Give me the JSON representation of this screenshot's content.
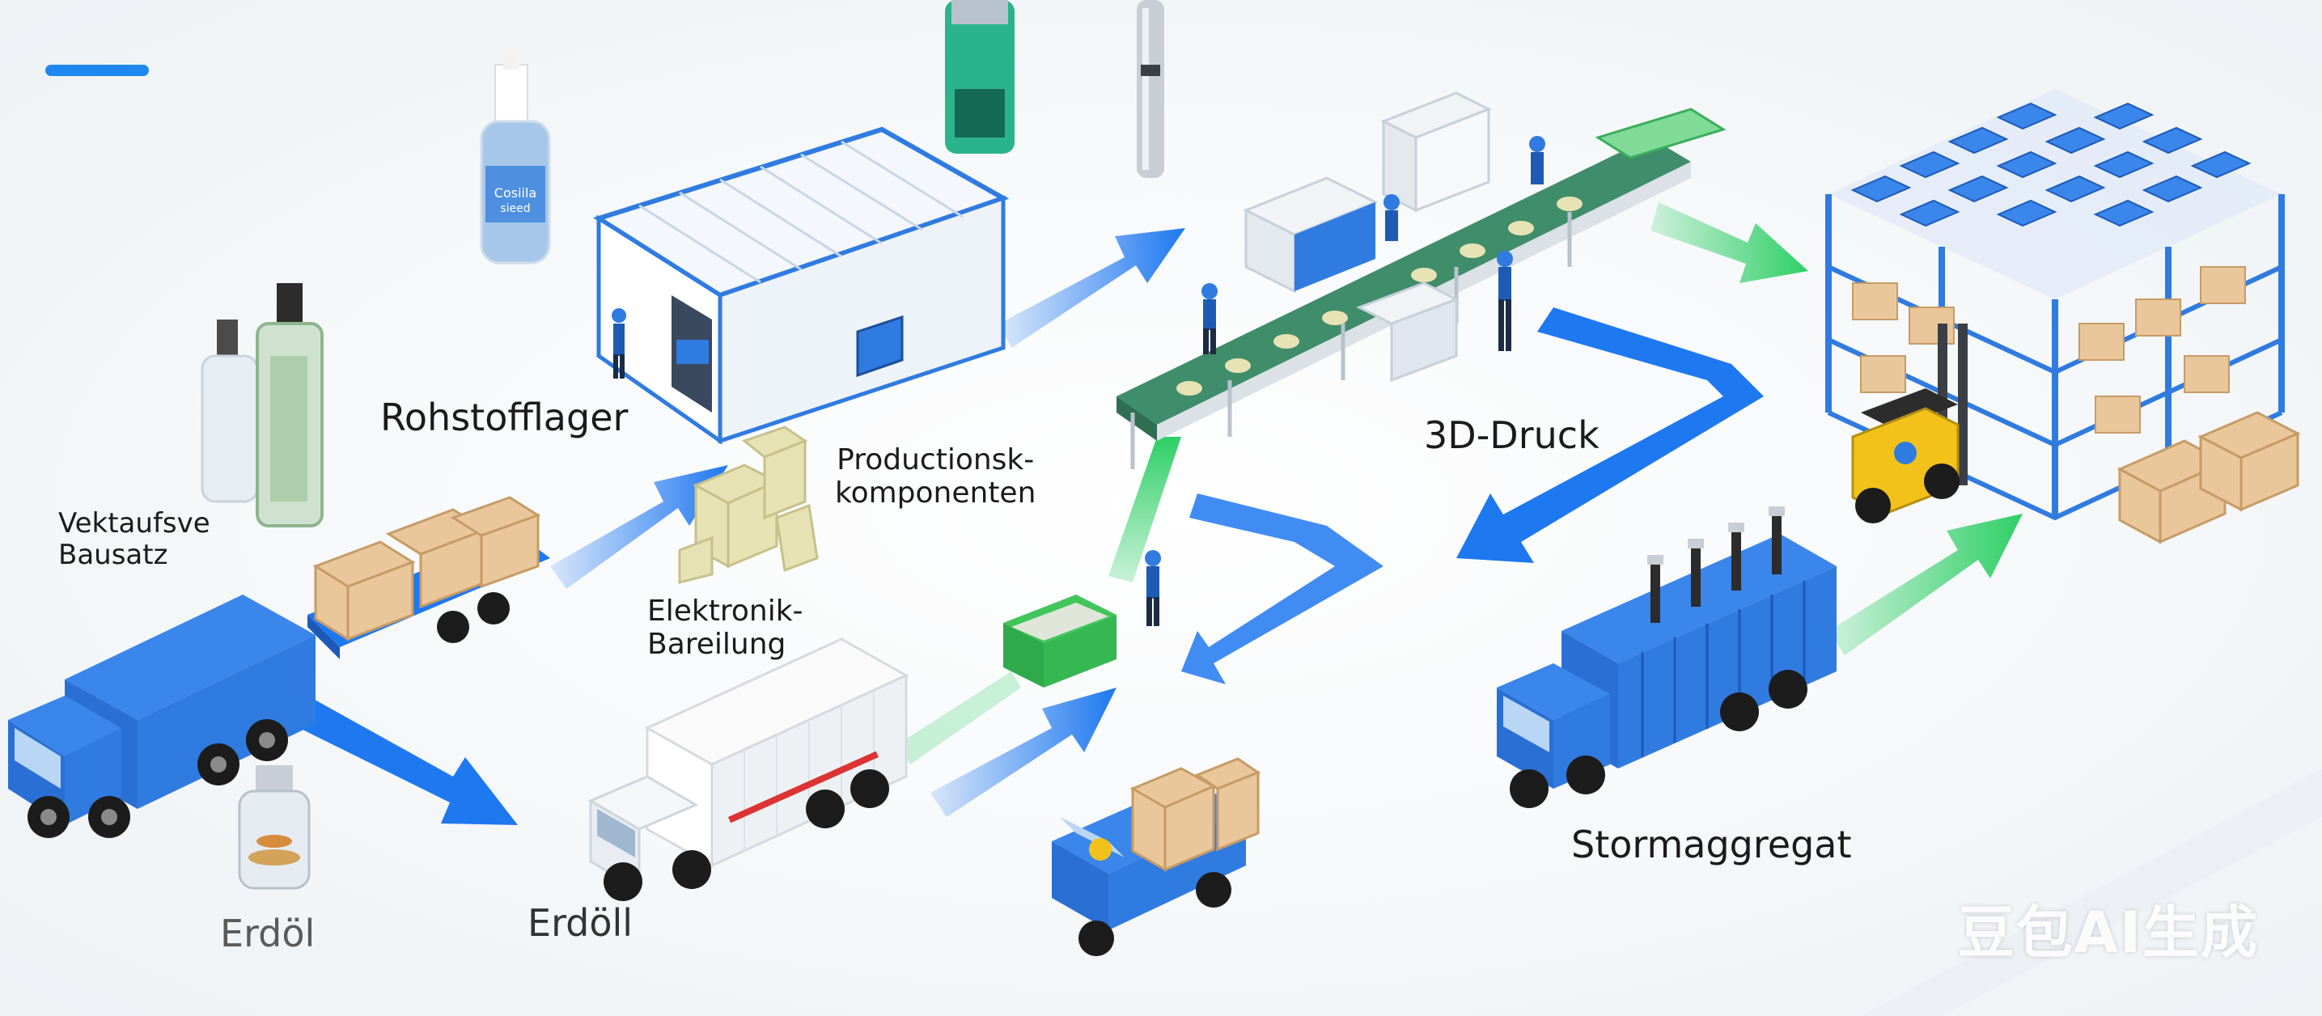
{
  "labels": {
    "raw_material_warehouse": "Rohstofflager",
    "vector_kit": [
      "Vektaufsve",
      "Bausatz"
    ],
    "production_components": [
      "Productionsk-",
      "komponenten"
    ],
    "electronics_department": [
      "Elektronik-",
      "Bareilung"
    ],
    "printing_3d": "3D-Druck",
    "power_unit": "Stormaggregat",
    "oil_bottom_left": "Erdöl",
    "oil_bottom_center": "Erdöll"
  },
  "bottle_label": [
    "Cosiila",
    "sieed"
  ],
  "watermark": "豆包AI生成",
  "colors": {
    "primary_blue": "#1e78f0",
    "flow_green": "#2fcf66",
    "truck_blue": "#2f7be0",
    "box_tan": "#e9c79b",
    "conveyor_green": "#3f8d6a",
    "forklift_yellow": "#f3c21a"
  }
}
